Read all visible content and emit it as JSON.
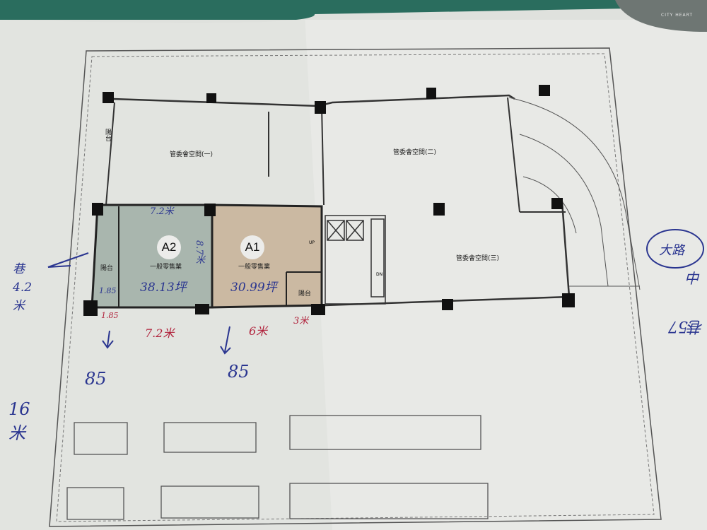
{
  "brand": {
    "logo_text": "CITY HEART"
  },
  "rooms": {
    "committee_1": "管委會空間(一)",
    "committee_2": "管委會空間(二)",
    "committee_3": "管委會空間(三)",
    "balcony_left": "陽台",
    "balcony_a2": "陽台",
    "balcony_a1": "陽台"
  },
  "units": [
    {
      "id": "A2",
      "use": "一般零售業",
      "area_note": "38.13坪",
      "color": "#a9b6ae"
    },
    {
      "id": "A1",
      "use": "一般零售業",
      "area_note": "30.99坪",
      "color": "#cbb9a2"
    }
  ],
  "stairs": {
    "up": "UP",
    "dn": "DN"
  },
  "handwritten": {
    "a2_width": "7.2米",
    "a2_depth": "8.7米",
    "balcony_width": "1.85",
    "front_185": "1.85",
    "front_72": "7.2米",
    "front_6": "6米",
    "front_3": "3米",
    "left_side": "巷 4.2米",
    "bottom_85a": "85",
    "bottom_85b": "85",
    "left_16": "16米",
    "right_circle": "大路",
    "right_mid": "中",
    "right_low": "巷57"
  }
}
